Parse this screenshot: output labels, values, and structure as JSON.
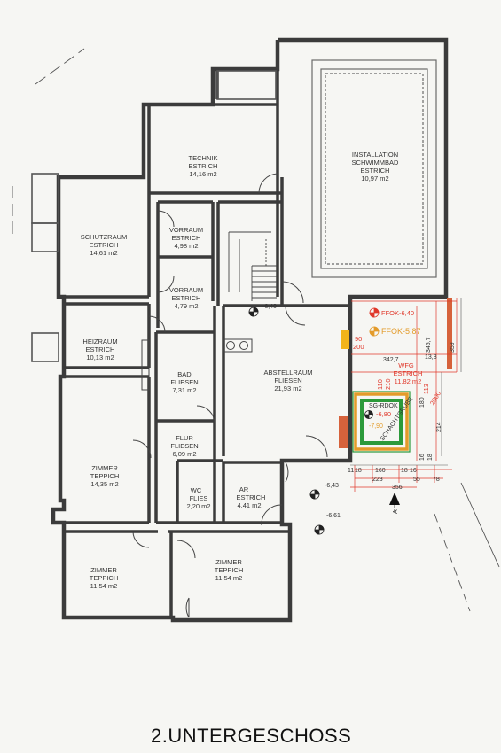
{
  "title": "2.UNTERGESCHOSS",
  "rooms": [
    {
      "id": "technik",
      "name": "TECHNIK",
      "floor": "ESTRICH",
      "area": "14,16 m2"
    },
    {
      "id": "schwimmbad",
      "name": "INSTALLATION",
      "name2": "SCHWIMMBAD",
      "floor": "ESTRICH",
      "area": "10,97 m2"
    },
    {
      "id": "schutzraum",
      "name": "SCHUTZRAUM",
      "floor": "ESTRICH",
      "area": "14,61 m2"
    },
    {
      "id": "vorraum1",
      "name": "VORRAUM",
      "floor": "ESTRICH",
      "area": "4,98 m2"
    },
    {
      "id": "vorraum2",
      "name": "VORRAUM",
      "floor": "ESTRICH",
      "area": "4,79 m2"
    },
    {
      "id": "heizraum",
      "name": "HEIZRAUM",
      "floor": "ESTRICH",
      "area": "10,13 m2"
    },
    {
      "id": "bad",
      "name": "BAD",
      "floor": "FLIESEN",
      "area": "7,31 m2"
    },
    {
      "id": "abstellraum",
      "name": "ABSTELLRAUM",
      "floor": "FLIESEN",
      "area": "21,93 m2"
    },
    {
      "id": "flur",
      "name": "FLUR",
      "floor": "FLIESEN",
      "area": "6,09 m2"
    },
    {
      "id": "zimmer1",
      "name": "ZIMMER",
      "floor": "TEPPICH",
      "area": "14,35 m2"
    },
    {
      "id": "wc",
      "name": "WC",
      "floor": "FLIES",
      "area": "2,20 m2"
    },
    {
      "id": "ar",
      "name": "AR",
      "floor": "ESTRICH",
      "area": "4,41 m2"
    },
    {
      "id": "zimmer2",
      "name": "ZIMMER",
      "floor": "TEPPICH",
      "area": "11,54 m2"
    },
    {
      "id": "zimmer3",
      "name": "ZIMMER",
      "floor": "TEPPICH",
      "area": "11,54 m2"
    },
    {
      "id": "wfg",
      "name": "WFG",
      "floor": "ESTRICH",
      "area": "11,82 m2"
    }
  ],
  "levels": {
    "stair": "-6,40",
    "ar_east": "-6,43",
    "south": "-6,61",
    "ffok1": "FFOK-6,40",
    "ffok2": "FFOK-5,87",
    "sg_rdok": "SG-RDOK",
    "sg_val": "-6,80",
    "sg_val2": "-7,90",
    "schacht": "SCHACHTGRUBE"
  },
  "dims": {
    "d90": "90",
    "d200": "200",
    "d342": "342,7",
    "d345": "345,7",
    "d13": "13,3",
    "d359": "359",
    "d214": "214",
    "d110": "110",
    "d210": "210",
    "d180": "180",
    "d113": "113",
    "d2000": "2000",
    "d16": "16",
    "d18": "18",
    "d11": "11",
    "d160": "160",
    "d18b": "18",
    "d16b": "16",
    "d223": "223",
    "d55": "55",
    "d78": "78",
    "d356": "356",
    "section_a": "A"
  }
}
